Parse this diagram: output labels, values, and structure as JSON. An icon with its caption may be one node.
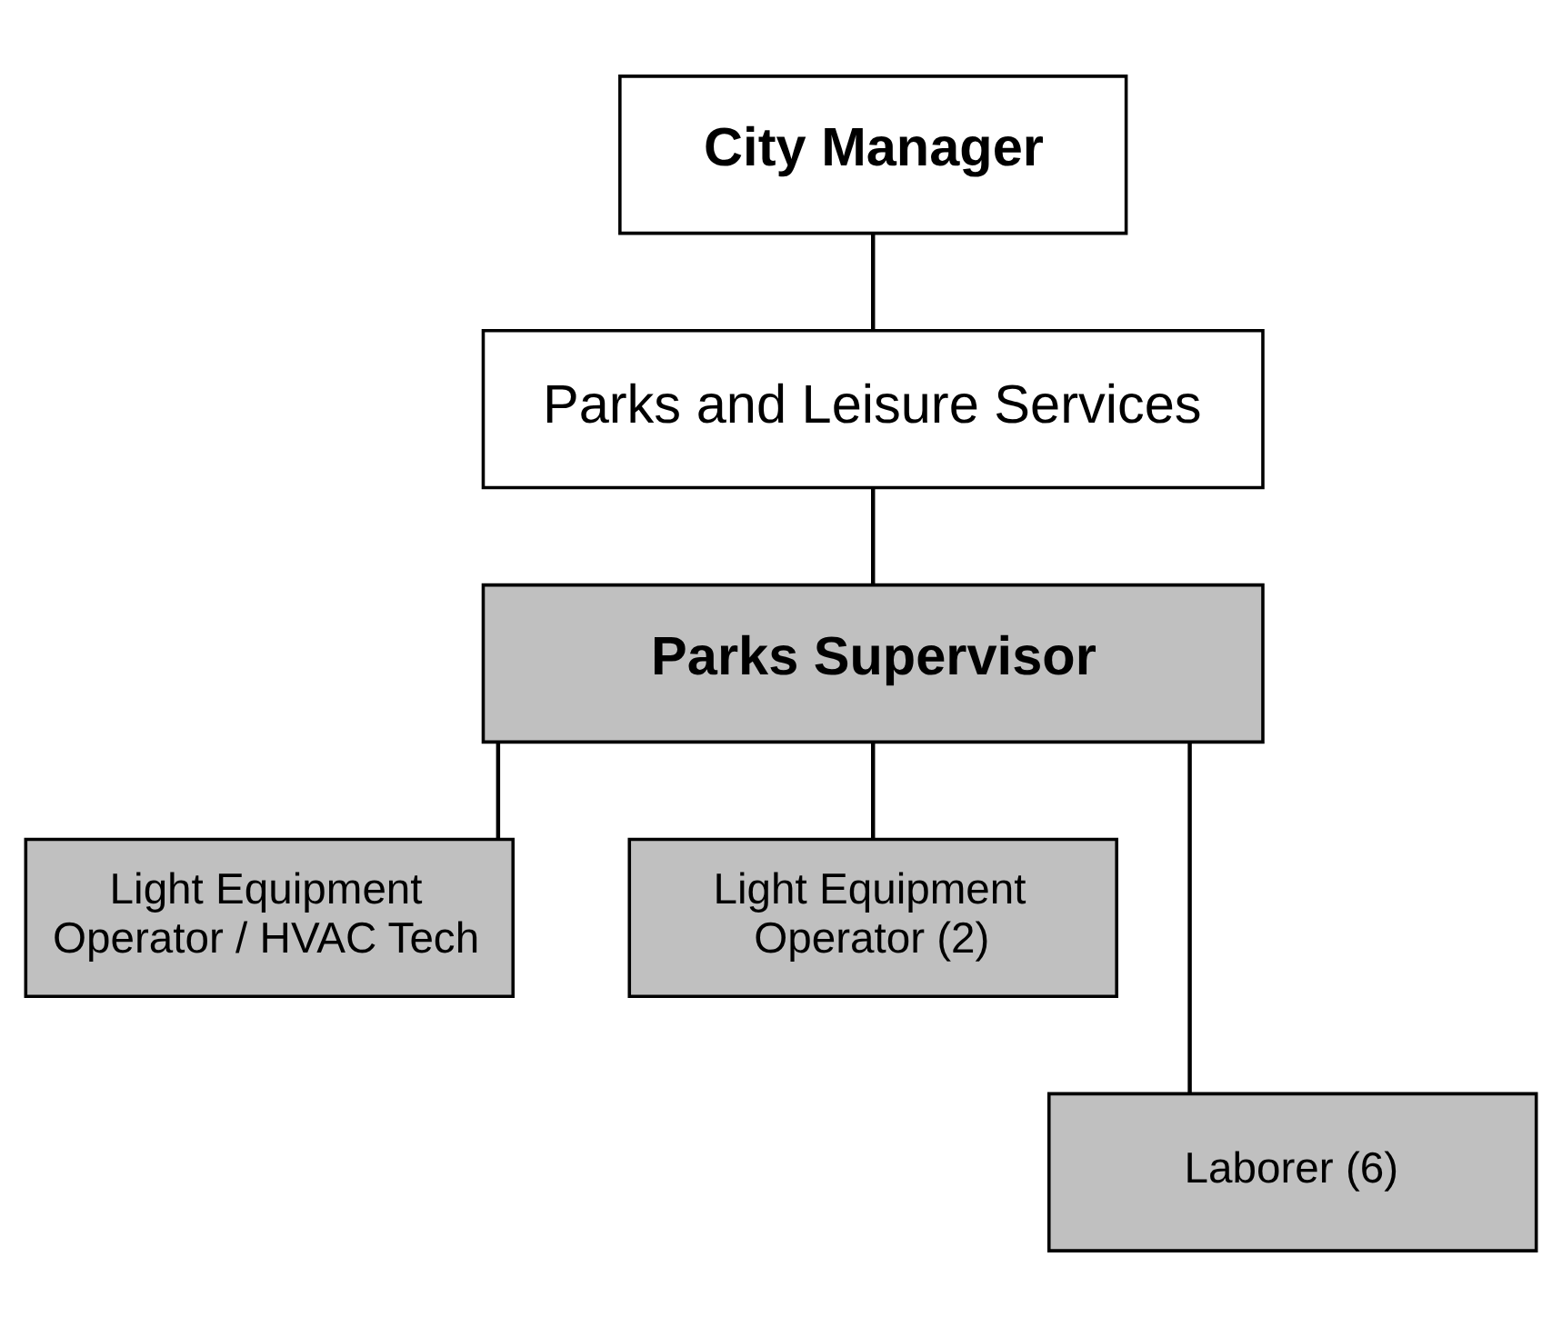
{
  "diagram": {
    "nodes": [
      {
        "text": [
          "City Manager"
        ]
      },
      {
        "text": [
          "Parks and Leisure Services"
        ]
      },
      {
        "text": [
          "Parks Supervisor"
        ]
      },
      {
        "text": [
          "Light Equipment Operator / HVAC Tech"
        ]
      },
      {
        "text": [
          "Light Equipment Operator (2)"
        ]
      },
      {
        "text": [
          "Laborer (6)"
        ]
      }
    ],
    "edges": [
      {
        "from": 0,
        "to": 1,
        "arrow": "none"
      },
      {
        "from": 1,
        "to": 2,
        "arrow": "none"
      },
      {
        "from": 2,
        "to": 3,
        "arrow": "none"
      },
      {
        "from": 2,
        "to": 4,
        "arrow": "none"
      },
      {
        "from": 2,
        "to": 5,
        "arrow": "none"
      }
    ]
  }
}
